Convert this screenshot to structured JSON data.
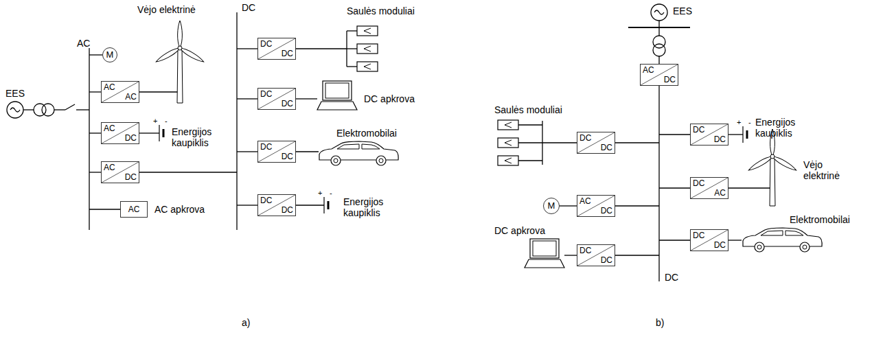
{
  "diagram": {
    "nodes": [
      {
        "text": [
          "M"
        ]
      },
      {
        "text": [
          "AC",
          "AC"
        ]
      },
      {
        "text": [
          "AC",
          "DC"
        ]
      },
      {
        "text": [
          "AC",
          "DC"
        ]
      },
      {
        "text": [
          "AC"
        ]
      },
      {
        "text": [
          "DC",
          "DC"
        ]
      },
      {
        "text": [
          "DC",
          "DC"
        ]
      },
      {
        "text": [
          "DC",
          "DC"
        ]
      },
      {
        "text": [
          "DC",
          "DC"
        ]
      },
      {
        "text": [
          "AC",
          "DC"
        ]
      },
      {
        "text": [
          "DC",
          "DC"
        ]
      },
      {
        "text": [
          "DC",
          "DC"
        ]
      },
      {
        "text": [
          "DC",
          "AC"
        ]
      },
      {
        "text": [
          "M"
        ]
      },
      {
        "text": [
          "AC",
          "DC"
        ]
      },
      {
        "text": [
          "DC",
          "DC"
        ]
      },
      {
        "text": [
          "DC",
          "DC"
        ]
      }
    ],
    "edges": [
      {
        "from": 13,
        "to": 14,
        "arrow": "none"
      }
    ],
    "labels": [
      "Vėjo elektrinė",
      "AC",
      "DC",
      "EES",
      "+",
      "-",
      "Energijos kaupiklis",
      "AC apkrova",
      "Saulės moduliai",
      "DC apkrova",
      "Elektromobilai",
      "+",
      "-",
      "Energijos kaupiklis",
      "a)",
      "EES",
      "Saulės moduliai",
      "+",
      "-",
      "Energijos kaupiklis",
      "Vėjo elektrinė",
      "Elektromobilai",
      "DC apkrova",
      "DC",
      "b)"
    ]
  }
}
